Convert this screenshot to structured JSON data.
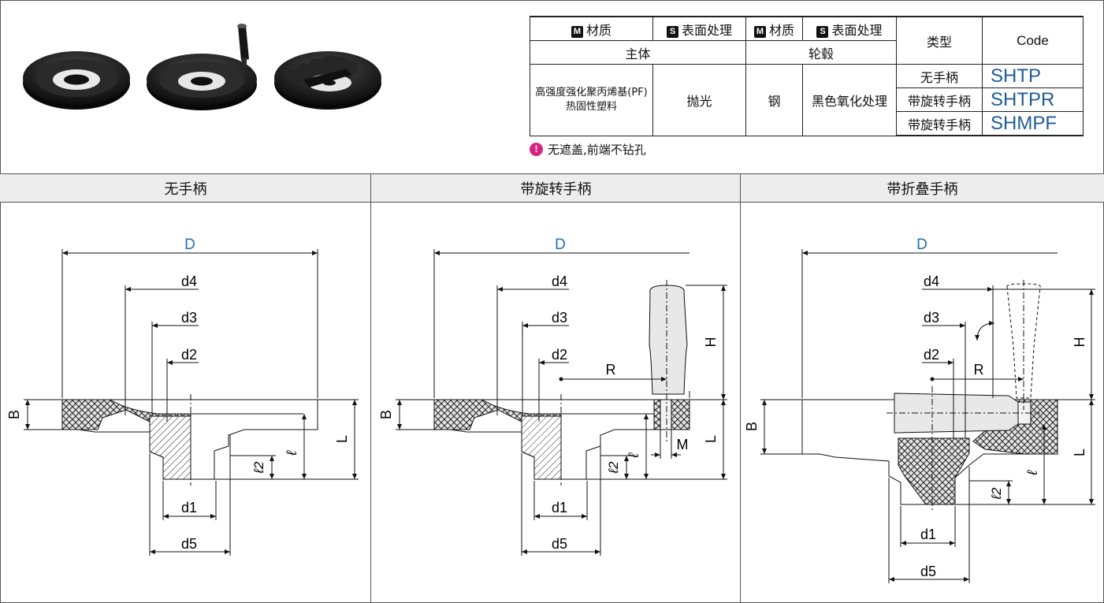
{
  "table": {
    "header_material_icon": "M",
    "header_surface_icon": "S",
    "header_material": "材质",
    "header_surface": "表面处理",
    "header_type": "类型",
    "header_code": "Code",
    "body_label": "主体",
    "hub_label": "轮毂",
    "body_material": "高强度强化聚丙烯基(PF)热固性塑料",
    "body_surface": "抛光",
    "hub_material": "钢",
    "hub_surface": "黑色氧化处理",
    "rows": [
      {
        "type": "无手柄",
        "code": "SHTP"
      },
      {
        "type": "带旋转手柄",
        "code": "SHTPR"
      },
      {
        "type": "带旋转手柄",
        "code": "SHMPF"
      }
    ]
  },
  "note": {
    "icon": "exclamation-icon",
    "text": "无遮盖,前端不钻孔"
  },
  "panels": [
    {
      "title": "无手柄"
    },
    {
      "title": "带旋转手柄"
    },
    {
      "title": "带折叠手柄"
    }
  ],
  "dims": {
    "D": "D",
    "d4": "d4",
    "d3": "d3",
    "d2": "d2",
    "d1": "d1",
    "d5": "d5",
    "B": "B",
    "L": "L",
    "l": "ℓ",
    "l2": "ℓ2",
    "R": "R",
    "H": "H",
    "M": "M"
  },
  "colors": {
    "code_blue": "#1f5c97",
    "dim_blue": "#1f6db5",
    "warning_pink": "#d6257f",
    "header_gray": "#ededed"
  }
}
